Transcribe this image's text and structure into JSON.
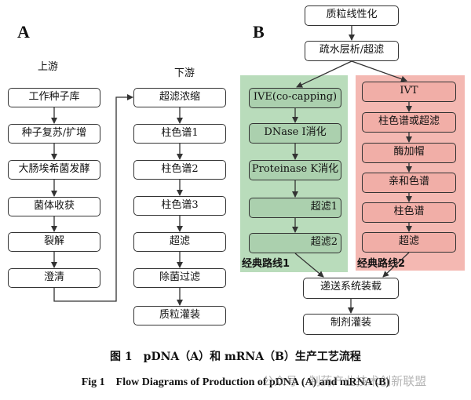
{
  "panel_a": {
    "label": "A",
    "upstream_header": "上游",
    "downstream_header": "下游",
    "upstream_steps": [
      "工作种子库",
      "种子复苏/扩增",
      "大肠埃希菌发酵",
      "菌体收获",
      "裂解",
      "澄清"
    ],
    "downstream_steps": [
      "超滤浓缩",
      "柱色谱1",
      "柱色谱2",
      "柱色谱3",
      "超滤",
      "除菌过滤",
      "质粒灌装"
    ]
  },
  "panel_b": {
    "label": "B",
    "top_steps": [
      "质粒线性化",
      "疏水层析/超滤"
    ],
    "route1_steps": [
      "IVE(co-capping)",
      "DNase I消化",
      "Proteinase K消化",
      "超滤1",
      "超滤2"
    ],
    "route1_label": "经典路线1",
    "route2_steps": [
      "IVT",
      "柱色谱或超滤",
      "酶加帽",
      "亲和色谱",
      "柱色谱",
      "超滤"
    ],
    "route2_label": "经典路线2",
    "bottom_steps": [
      "递送系统装载",
      "制剂灌装"
    ]
  },
  "caption": {
    "zh": "图 1　pDNA（A）和 mRNA（B）生产工艺流程",
    "en": "Fig 1　Flow Diagrams of Production of pDNA (A) and mRNA (B)"
  },
  "watermark": "公众号 · 制药产业技术创新联盟",
  "colors": {
    "route1_panel": "#b9dcbb",
    "route1_box": "#abd0ae",
    "route2_panel": "#f4b8b2",
    "route2_box": "#f1aea7",
    "line": "#333333"
  }
}
